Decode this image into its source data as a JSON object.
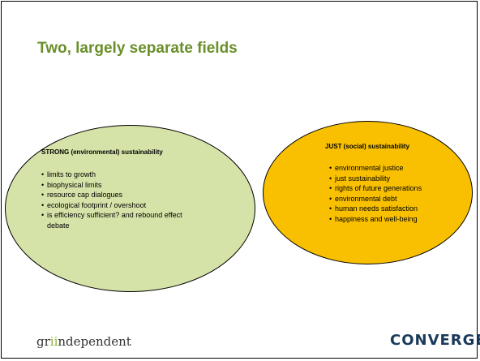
{
  "slide": {
    "title": "Two, largely separate fields"
  },
  "strong": {
    "heading": "STRONG (environmental) sustainability",
    "items": [
      "limits to growth",
      "biophysical limits",
      "resource cap dialogues",
      "ecological footprint / overshoot",
      "is efficiency sufficient? and rebound effect debate"
    ]
  },
  "just": {
    "heading": "JUST (social) sustainability",
    "items": [
      "environmental justice",
      "just sustainability",
      "rights of future generations",
      "environmental debt",
      "human needs satisfaction",
      "happiness and well-being"
    ]
  },
  "logos": {
    "left_prefix": "gr",
    "left_accent": "ii",
    "left_suffix": "ndependent",
    "right": "CONVERGE"
  },
  "colors": {
    "title": "#6a8f2a",
    "strong_fill": "#d6e3a8",
    "just_fill": "#f8c000"
  }
}
